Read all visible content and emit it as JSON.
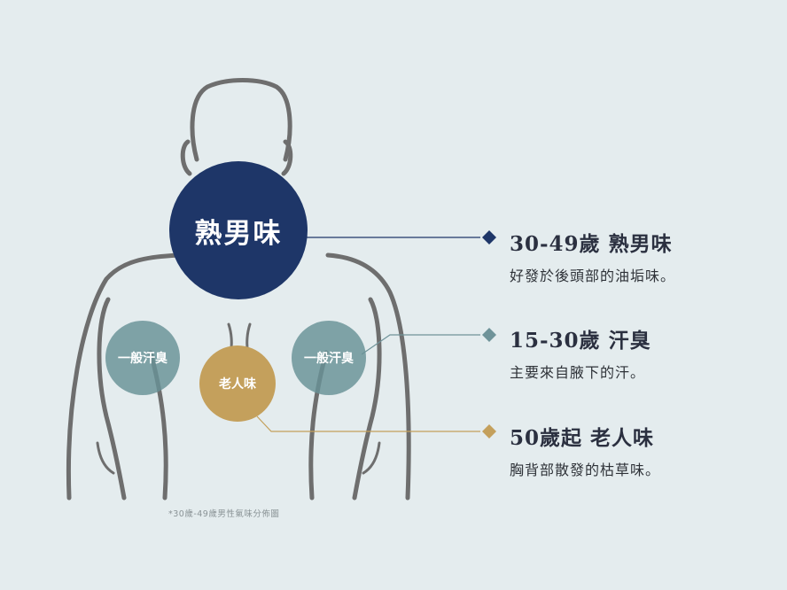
{
  "blobs": {
    "main": "熟男味",
    "left": "一般汗臭",
    "right": "一般汗臭",
    "old": "老人味"
  },
  "entries": [
    {
      "title": "30-49歲  熟男味",
      "desc": "好發於後頭部的油垢味。",
      "color": "#1e3668"
    },
    {
      "title": "15-30歲  汗臭",
      "desc": "主要來自腋下的汗。",
      "color": "#6f9399"
    },
    {
      "title": "50歲起  老人味",
      "desc": "胸背部散發的枯草味。",
      "color": "#c4a05c"
    }
  ],
  "footnote": "*30歲-49歲男性氣味分佈圖",
  "colors": {
    "background": "#e4ecee",
    "outline": "#6e6e6e",
    "navy": "#1e3668",
    "teal": "#6f9399",
    "gold": "#c4a05c"
  }
}
